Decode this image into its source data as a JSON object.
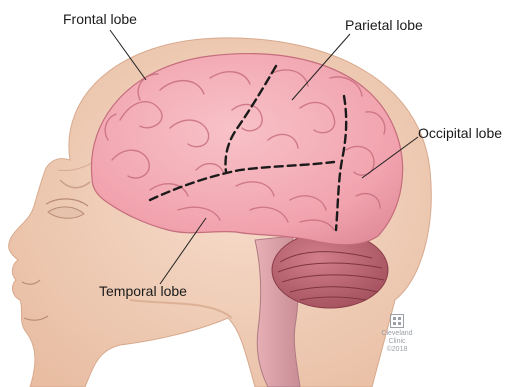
{
  "labels": {
    "frontal": "Frontal lobe",
    "parietal": "Parietal lobe",
    "occipital": "Occipital lobe",
    "temporal": "Temporal lobe"
  },
  "logo": {
    "name_line1": "Cleveland",
    "name_line2": "Clinic",
    "copyright": "©2018"
  },
  "colors": {
    "brain": "#f2a6b0",
    "brain_shadow": "#d9808e",
    "cerebellum": "#b9616f",
    "skin": "#f1cfb8",
    "skin_shadow": "#dcae93",
    "divider": "#1a1a1a"
  }
}
